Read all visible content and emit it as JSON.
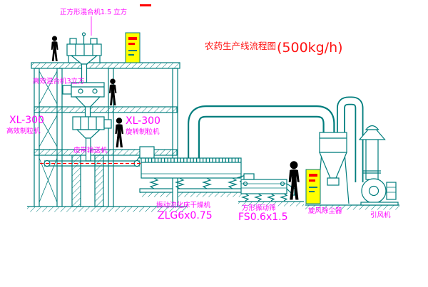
{
  "title": {
    "main": "农药生产线流程图",
    "capacity": "(500kg/h)"
  },
  "labels": {
    "roof_mixer": "正方形混合机1.5 立方",
    "floor_mixer": "高效混合机3立方",
    "granulator_left_model": "XL-300",
    "granulator_left_name": "高效制粒机",
    "granulator_mid_model": "XL-300",
    "granulator_mid_name": "旋转制粒机",
    "belt_conveyor": "皮带输送机",
    "dryer_name": "振动流化床干燥机",
    "dryer_model": "ZLG6x0.75",
    "screen_name": "方形振动筛",
    "screen_model": "FS0.6x1.5",
    "cyclone": "旋风除尘器",
    "fan": "引风机"
  },
  "colors": {
    "line": "#007d7d",
    "label": "#ff00ff",
    "title": "#ff1414",
    "panel": "#ffff00",
    "accent": "#ff0000",
    "worker": "#000000",
    "background": "#ffffff"
  }
}
